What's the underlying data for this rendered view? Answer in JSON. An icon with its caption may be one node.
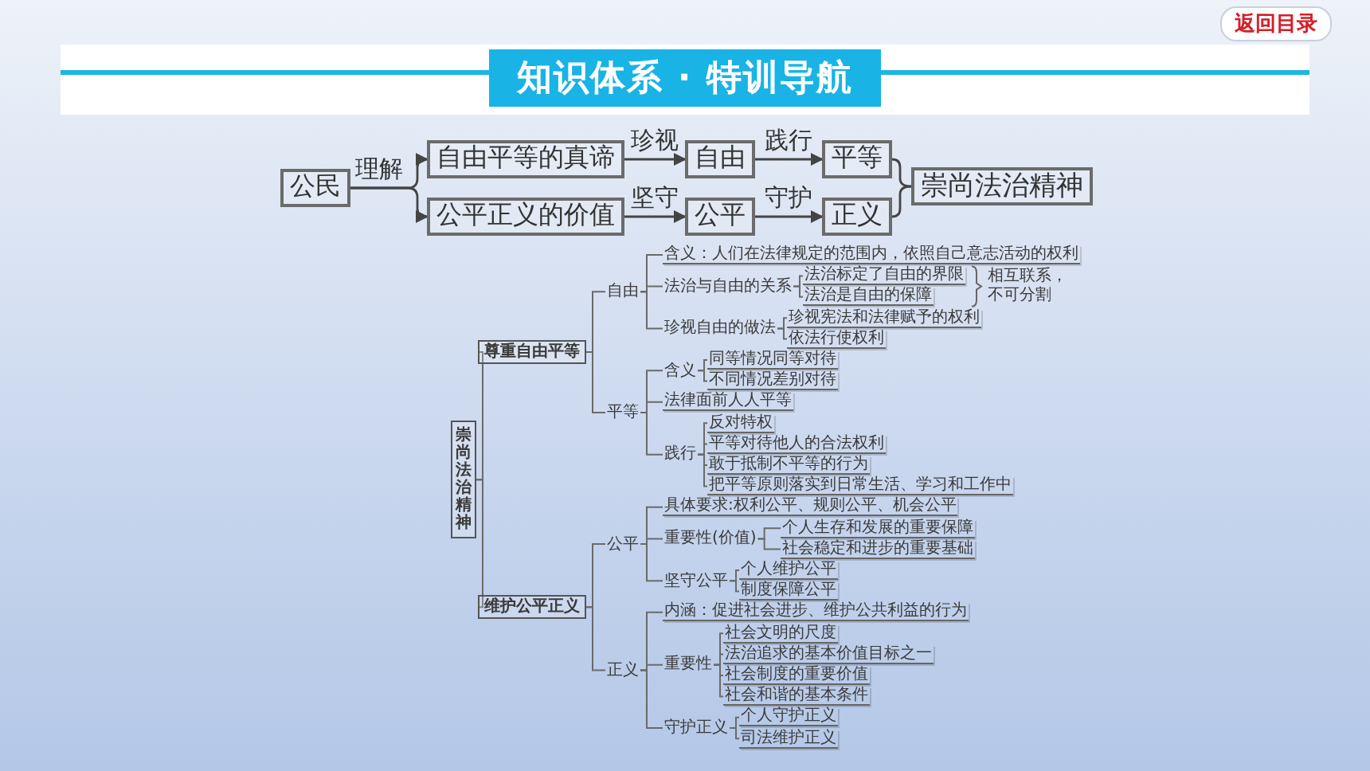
{
  "diagram": {
    "title": "知识体系 · 特训导航",
    "nodes": [
      {
        "text": [
          "公民"
        ]
      },
      {
        "text": [
          "自由平等的真谛"
        ]
      },
      {
        "text": [
          "公平正义的价值"
        ]
      },
      {
        "text": [
          "自由"
        ]
      },
      {
        "text": [
          "平等"
        ]
      },
      {
        "text": [
          "公平"
        ]
      },
      {
        "text": [
          "正义"
        ]
      },
      {
        "text": [
          "崇尚法治精神"
        ]
      },
      {
        "text": [
          "崇尚法治精神"
        ]
      },
      {
        "text": [
          "尊重自由平等"
        ]
      },
      {
        "text": [
          "自由"
        ]
      },
      {
        "text": [
          "含义：人们在法律规定的范围内，依照自己意志活动的权利"
        ]
      },
      {
        "text": [
          "法治与自由的关系"
        ]
      },
      {
        "text": [
          "法治标定了自由的界限"
        ]
      },
      {
        "text": [
          "法治是自由的保障"
        ]
      },
      {
        "text": [
          "珍视自由的做法"
        ]
      },
      {
        "text": [
          "珍视宪法和法律赋予的权利"
        ]
      },
      {
        "text": [
          "依法行使权利"
        ]
      },
      {
        "text": [
          "平等"
        ]
      },
      {
        "text": [
          "含义"
        ]
      },
      {
        "text": [
          "同等情况同等对待"
        ]
      },
      {
        "text": [
          "不同情况差别对待"
        ]
      },
      {
        "text": [
          "法律面前人人平等"
        ]
      },
      {
        "text": [
          "践行"
        ]
      },
      {
        "text": [
          "反对特权"
        ]
      },
      {
        "text": [
          "平等对待他人的合法权利"
        ]
      },
      {
        "text": [
          "敢于抵制不平等的行为"
        ]
      },
      {
        "text": [
          "把平等原则落实到日常生活、学习和工作中"
        ]
      },
      {
        "text": [
          "维护公平正义"
        ]
      },
      {
        "text": [
          "公平"
        ]
      },
      {
        "text": [
          "具体要求:权利公平、规则公平、机会公平"
        ]
      },
      {
        "text": [
          "重要性(价值)"
        ]
      },
      {
        "text": [
          "个人生存和发展的重要保障"
        ]
      },
      {
        "text": [
          "社会稳定和进步的重要基础"
        ]
      },
      {
        "text": [
          "坚守公平"
        ]
      },
      {
        "text": [
          "个人维护公平"
        ]
      },
      {
        "text": [
          "制度保障公平"
        ]
      },
      {
        "text": [
          "正义"
        ]
      },
      {
        "text": [
          "内涵：促进社会进步、维护公共利益的行为"
        ]
      },
      {
        "text": [
          "重要性"
        ]
      },
      {
        "text": [
          "社会文明的尺度"
        ]
      },
      {
        "text": [
          "法治追求的基本价值目标之一"
        ]
      },
      {
        "text": [
          "社会制度的重要价值"
        ]
      },
      {
        "text": [
          "社会和谐的基本条件"
        ]
      },
      {
        "text": [
          "守护正义"
        ]
      },
      {
        "text": [
          "个人守护正义"
        ]
      },
      {
        "text": [
          "司法维护正义"
        ]
      }
    ],
    "edges": [
      {
        "from": 0,
        "to": 1,
        "arrow": "to",
        "label": "理解"
      },
      {
        "from": 0,
        "to": 2,
        "arrow": "to"
      },
      {
        "from": 1,
        "to": 3,
        "arrow": "to",
        "label": "珍视"
      },
      {
        "from": 3,
        "to": 4,
        "arrow": "to",
        "label": "践行"
      },
      {
        "from": 2,
        "to": 5,
        "arrow": "to",
        "label": "坚守"
      },
      {
        "from": 5,
        "to": 6,
        "arrow": "to",
        "label": "守护"
      },
      {
        "from": 4,
        "to": 7,
        "arrow": "none"
      },
      {
        "from": 6,
        "to": 7,
        "arrow": "none"
      },
      {
        "from": 8,
        "to": 9,
        "arrow": "none"
      },
      {
        "from": 8,
        "to": 28,
        "arrow": "none"
      },
      {
        "from": 9,
        "to": 10,
        "arrow": "none"
      },
      {
        "from": 9,
        "to": 18,
        "arrow": "none"
      },
      {
        "from": 10,
        "to": 11,
        "arrow": "none"
      },
      {
        "from": 10,
        "to": 12,
        "arrow": "none"
      },
      {
        "from": 10,
        "to": 15,
        "arrow": "none"
      },
      {
        "from": 12,
        "to": 13,
        "arrow": "none"
      },
      {
        "from": 12,
        "to": 14,
        "arrow": "none"
      },
      {
        "from": 15,
        "to": 16,
        "arrow": "none"
      },
      {
        "from": 15,
        "to": 17,
        "arrow": "none"
      },
      {
        "from": 18,
        "to": 19,
        "arrow": "none"
      },
      {
        "from": 18,
        "to": 22,
        "arrow": "none"
      },
      {
        "from": 18,
        "to": 23,
        "arrow": "none"
      },
      {
        "from": 19,
        "to": 20,
        "arrow": "none"
      },
      {
        "from": 19,
        "to": 21,
        "arrow": "none"
      },
      {
        "from": 23,
        "to": 24,
        "arrow": "none"
      },
      {
        "from": 23,
        "to": 25,
        "arrow": "none"
      },
      {
        "from": 23,
        "to": 26,
        "arrow": "none"
      },
      {
        "from": 23,
        "to": 27,
        "arrow": "none"
      },
      {
        "from": 28,
        "to": 29,
        "arrow": "none"
      },
      {
        "from": 28,
        "to": 37,
        "arrow": "none"
      },
      {
        "from": 29,
        "to": 30,
        "arrow": "none"
      },
      {
        "from": 29,
        "to": 31,
        "arrow": "none"
      },
      {
        "from": 29,
        "to": 34,
        "arrow": "none"
      },
      {
        "from": 31,
        "to": 32,
        "arrow": "none"
      },
      {
        "from": 31,
        "to": 33,
        "arrow": "none"
      },
      {
        "from": 34,
        "to": 35,
        "arrow": "none"
      },
      {
        "from": 34,
        "to": 36,
        "arrow": "none"
      },
      {
        "from": 37,
        "to": 38,
        "arrow": "none"
      },
      {
        "from": 37,
        "to": 39,
        "arrow": "none"
      },
      {
        "from": 37,
        "to": 44,
        "arrow": "none"
      },
      {
        "from": 39,
        "to": 40,
        "arrow": "none"
      },
      {
        "from": 39,
        "to": 41,
        "arrow": "none"
      },
      {
        "from": 39,
        "to": 42,
        "arrow": "none"
      },
      {
        "from": 39,
        "to": 43,
        "arrow": "none"
      },
      {
        "from": 44,
        "to": 45,
        "arrow": "none"
      },
      {
        "from": 44,
        "to": 46,
        "arrow": "none"
      }
    ],
    "labels": [
      "返回目录",
      "相互联系，不可分割"
    ]
  }
}
